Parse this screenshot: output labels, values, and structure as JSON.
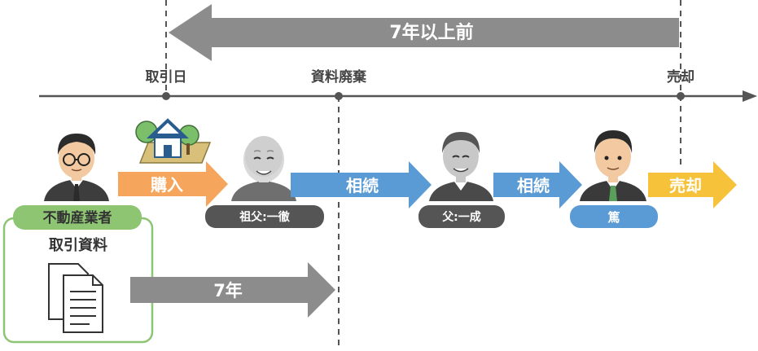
{
  "timeline": {
    "top_arrow_label": "7年以上前",
    "tick_labels": {
      "transaction_date": "取引日",
      "document_disposal": "資料廃棄",
      "sale": "売却"
    }
  },
  "people": {
    "agent_label": "不動産業者",
    "grandfather_label": "祖父:一徹",
    "father_label": "父:一成",
    "son_label": "篤"
  },
  "flow": {
    "purchase_label": "購入",
    "inherit_label_1": "相続",
    "inherit_label_2": "相続",
    "sell_label": "売却"
  },
  "documents": {
    "box_title": "取引資料",
    "retention_label": "7年"
  },
  "colors": {
    "gray": "#8c8c8c",
    "dark": "#555555",
    "orange": "#f5a55c",
    "blue": "#5b9bd5",
    "yellow": "#f6c23a",
    "green": "#8dc572"
  }
}
